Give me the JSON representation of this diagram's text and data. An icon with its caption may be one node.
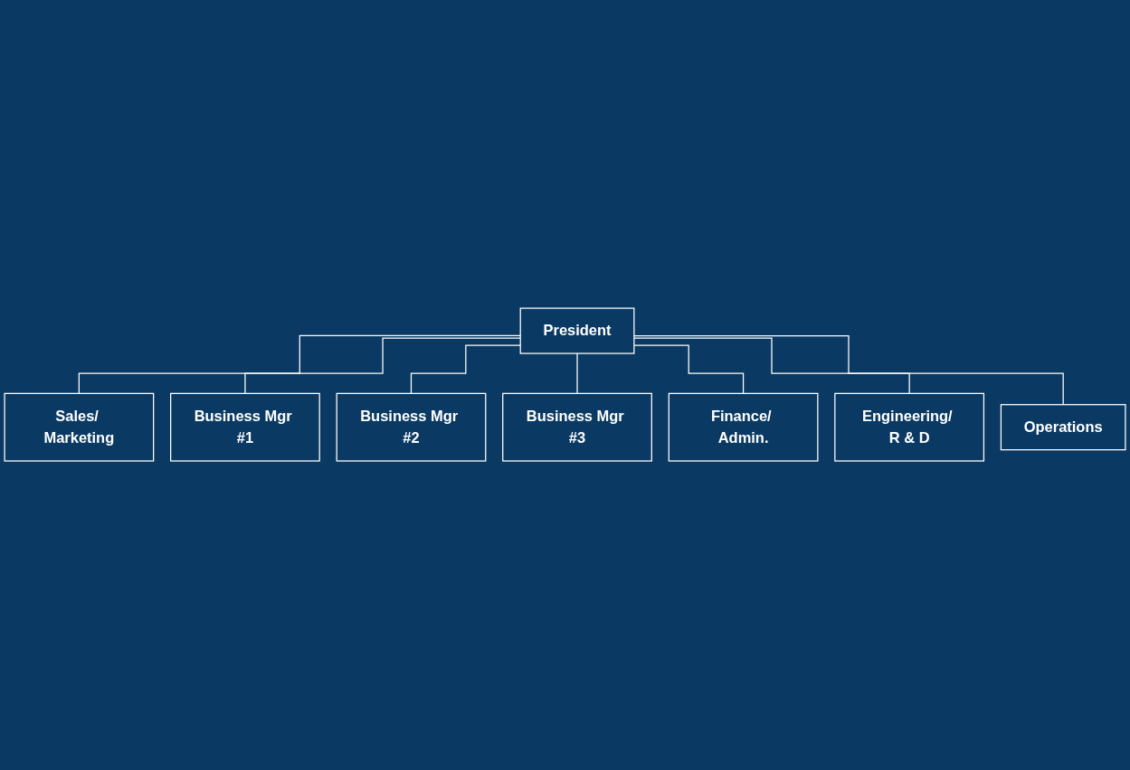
{
  "diagram": {
    "nodes": [
      {
        "text": [
          "President"
        ]
      },
      {
        "text": [
          "Sales/ Marketing"
        ]
      },
      {
        "text": [
          "Business Mgr #1"
        ]
      },
      {
        "text": [
          "Business Mgr #2"
        ]
      },
      {
        "text": [
          "Business Mgr #3"
        ]
      },
      {
        "text": [
          "Finance/ Admin."
        ]
      },
      {
        "text": [
          "Engineering/ R & D"
        ]
      },
      {
        "text": [
          "Operations"
        ]
      }
    ],
    "edges": [
      {
        "from": 0,
        "to": 1,
        "arrow": "none"
      },
      {
        "from": 0,
        "to": 2,
        "arrow": "none"
      },
      {
        "from": 0,
        "to": 3,
        "arrow": "none"
      },
      {
        "from": 0,
        "to": 4,
        "arrow": "none"
      },
      {
        "from": 0,
        "to": 5,
        "arrow": "none"
      },
      {
        "from": 0,
        "to": 6,
        "arrow": "none"
      },
      {
        "from": 0,
        "to": 7,
        "arrow": "none"
      }
    ]
  }
}
